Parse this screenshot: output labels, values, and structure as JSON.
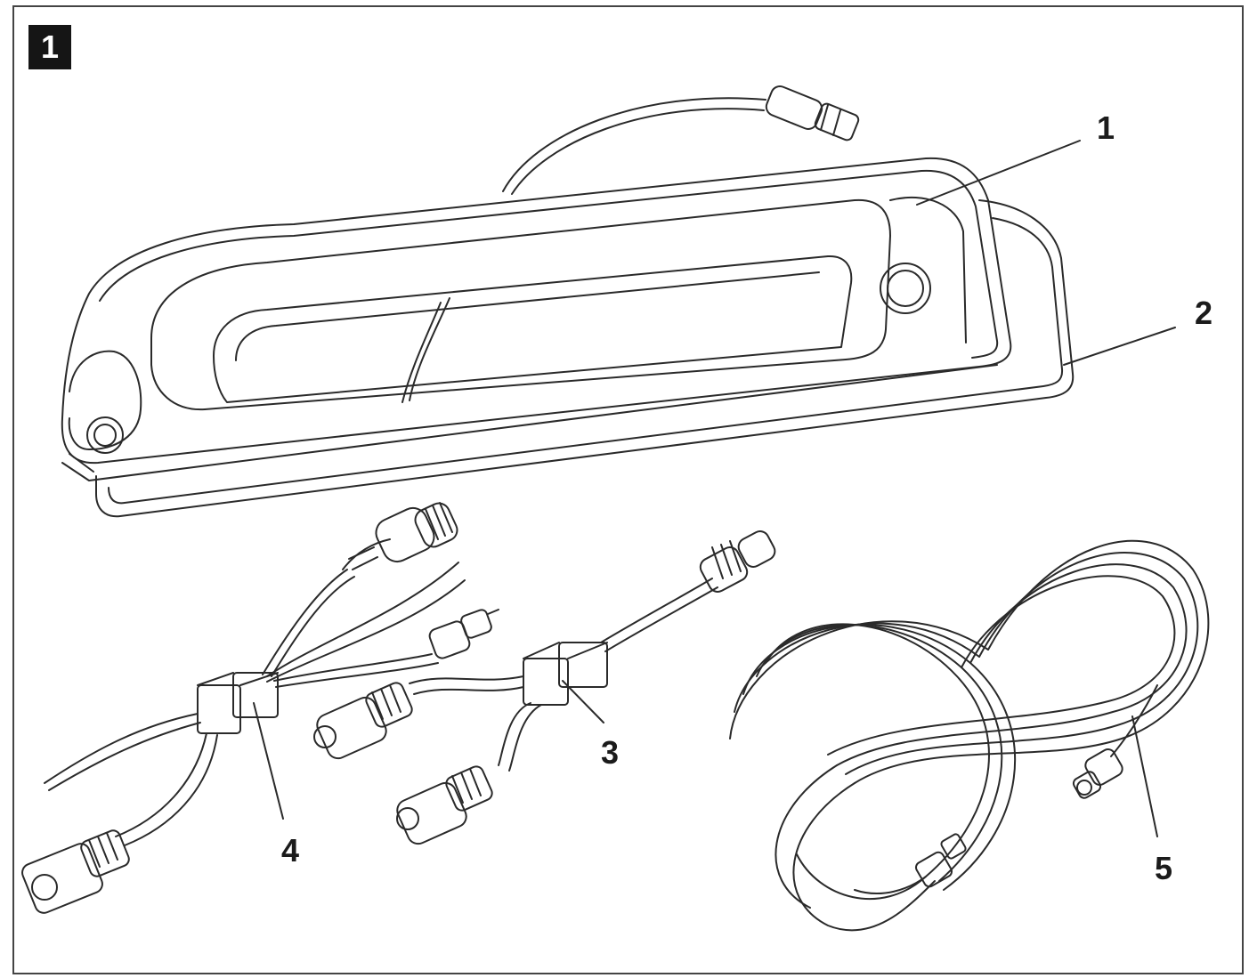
{
  "figure": {
    "number": "1",
    "callouts": [
      "1",
      "2",
      "3",
      "4",
      "5"
    ]
  },
  "colors": {
    "ink": "#2a2a2a",
    "frame": "#444444",
    "badge_bg": "#151515",
    "badge_text": "#ffffff"
  }
}
